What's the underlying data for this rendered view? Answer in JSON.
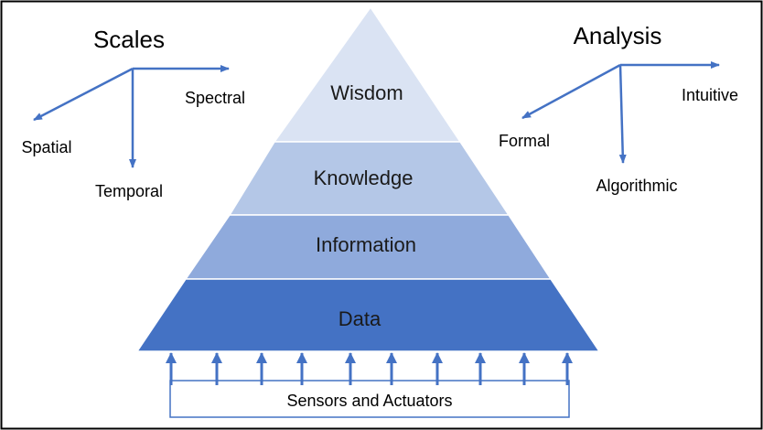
{
  "pyramid": {
    "tiers": [
      {
        "label": "Wisdom",
        "color": "#dae3f3"
      },
      {
        "label": "Knowledge",
        "color": "#b4c7e7"
      },
      {
        "label": "Information",
        "color": "#8faadc"
      },
      {
        "label": "Data",
        "color": "#4472c4"
      }
    ],
    "base_label": "Sensors and Actuators",
    "arrow_color": "#4472c4"
  },
  "scales": {
    "title": "Scales",
    "axes": [
      "Spectral",
      "Spatial",
      "Temporal"
    ]
  },
  "analysis": {
    "title": "Analysis",
    "axes": [
      "Intuitive",
      "Formal",
      "Algorithmic"
    ]
  }
}
